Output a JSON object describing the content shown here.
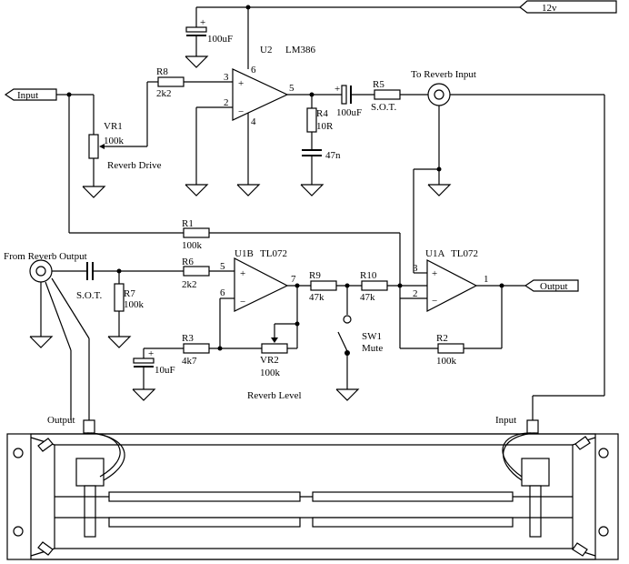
{
  "ports": {
    "input": "Input",
    "output": "Output",
    "supply": "12v"
  },
  "jacks": {
    "to_reverb_input": "To Reverb Input",
    "from_reverb_output": "From Reverb Output"
  },
  "u2": {
    "ref": "U2",
    "part": "LM386",
    "pin_plus": "3",
    "pin_minus": "2",
    "pin_out": "5",
    "pin_vcc": "6",
    "pin_gnd": "4",
    "plus": "+",
    "minus": "−"
  },
  "u1b": {
    "ref": "U1B",
    "part": "TL072",
    "pin_plus": "5",
    "pin_minus": "6",
    "pin_out": "7",
    "plus": "+",
    "minus": "−"
  },
  "u1a": {
    "ref": "U1A",
    "part": "TL072",
    "pin_plus": "3",
    "pin_minus": "2",
    "pin_out": "1",
    "plus": "+",
    "minus": "−"
  },
  "components": {
    "c_supply": {
      "value": "100uF",
      "polarity": "+"
    },
    "r8": {
      "ref": "R8",
      "value": "2k2"
    },
    "vr1": {
      "ref": "VR1",
      "value": "100k",
      "label": "Reverb Drive"
    },
    "c_out": {
      "value": "100uF",
      "polarity": "+"
    },
    "r5": {
      "ref": "R5",
      "value": "S.O.T."
    },
    "r4": {
      "ref": "R4",
      "value": "10R"
    },
    "c_zobel": {
      "value": "47n"
    },
    "r1": {
      "ref": "R1",
      "value": "100k"
    },
    "c_sot": {
      "value": "S.O.T."
    },
    "r7": {
      "ref": "R7",
      "value": "100k"
    },
    "r6": {
      "ref": "R6",
      "value": "2k2"
    },
    "r3": {
      "ref": "R3",
      "value": "4k7"
    },
    "c_10": {
      "value": "10uF",
      "polarity": "+"
    },
    "vr2": {
      "ref": "VR2",
      "value": "100k",
      "label": "Reverb Level"
    },
    "r9": {
      "ref": "R9",
      "value": "47k"
    },
    "r10": {
      "ref": "R10",
      "value": "47k"
    },
    "sw1": {
      "ref": "SW1",
      "label": "Mute"
    },
    "r2": {
      "ref": "R2",
      "value": "100k"
    }
  },
  "tank": {
    "output_label": "Output",
    "input_label": "Input"
  }
}
